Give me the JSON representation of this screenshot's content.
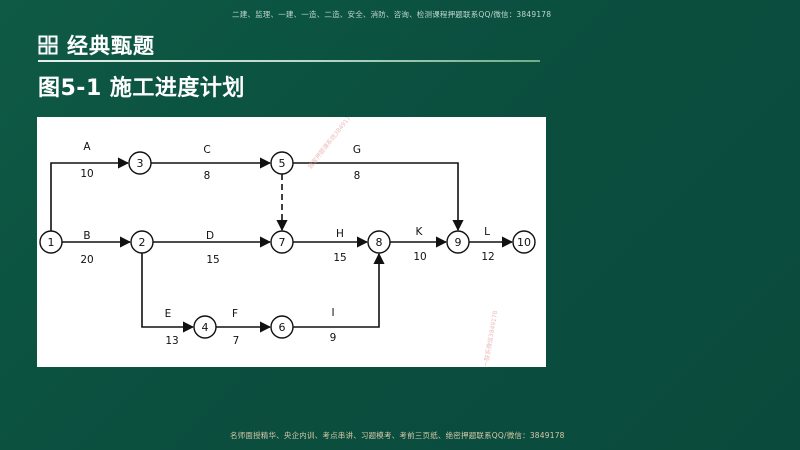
{
  "top_note": "二建、监理、一建、一造、二造、安全、消防、咨询、检测课程押题联系QQ/微信：3849178",
  "bottom_note": "名师面授精华、央企内训、考点串讲、习题模考、考前三页纸、绝密押题联系QQ/微信：3849178",
  "header": {
    "title": "经典甄题"
  },
  "figure": {
    "title": "图5-1 施工进度计划"
  },
  "watermarks": [
    "独家押题课系统3849178",
    "唯一联系微信3849178"
  ],
  "network": {
    "nodes": [
      "1",
      "2",
      "3",
      "4",
      "5",
      "6",
      "7",
      "8",
      "9",
      "10"
    ],
    "activities": [
      {
        "name": "A",
        "duration": "10",
        "from": "1",
        "to": "3"
      },
      {
        "name": "B",
        "duration": "20",
        "from": "1",
        "to": "2"
      },
      {
        "name": "C",
        "duration": "8",
        "from": "3",
        "to": "5"
      },
      {
        "name": "D",
        "duration": "15",
        "from": "2",
        "to": "7"
      },
      {
        "name": "E",
        "duration": "13",
        "from": "2",
        "to": "4"
      },
      {
        "name": "F",
        "duration": "7",
        "from": "4",
        "to": "6"
      },
      {
        "name": "G",
        "duration": "8",
        "from": "5",
        "to": "9"
      },
      {
        "name": "H",
        "duration": "15",
        "from": "7",
        "to": "8"
      },
      {
        "name": "I",
        "duration": "9",
        "from": "6",
        "to": "8"
      },
      {
        "name": "K",
        "duration": "10",
        "from": "8",
        "to": "9"
      },
      {
        "name": "L",
        "duration": "12",
        "from": "9",
        "to": "10"
      }
    ],
    "dummy_activities": [
      {
        "from": "5",
        "to": "7"
      }
    ]
  }
}
